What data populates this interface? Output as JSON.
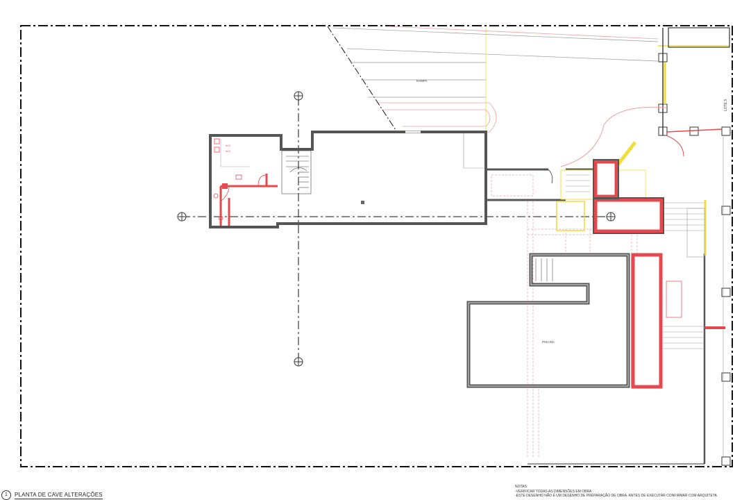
{
  "drawing": {
    "view_number": "1",
    "view_title": "PLANTA DE CAVE ALTERAÇÕES",
    "labels": {
      "ramp": "RAMPA",
      "lot": "LOTE 5",
      "pool": "PISCINA",
      "wc_1": "W.C",
      "wc_2": "W.C"
    },
    "notes": {
      "heading": "NOTAS:",
      "lines": [
        "-VERIFICAR TODAS AS DIMENSÕES EM OBRA",
        "-ESTE DESENHO NÃO É UM DESENHO DE PREPARAÇÃO DE OBRA. ANTES DE EXECUTAR CONFIRMAR COM ARQUITETA"
      ]
    }
  },
  "colors": {
    "wall_existing": "#555555",
    "wall_fill": "#bbbbbb",
    "demolish": "#e5484d",
    "construct": "#f2dc3c",
    "outline": "#111111",
    "neighbor": "#9a9a9a",
    "light_red": "#e8a0a0"
  },
  "legend_symbols": [
    "section-marker-icon",
    "stair-icon",
    "door-swing-icon"
  ]
}
